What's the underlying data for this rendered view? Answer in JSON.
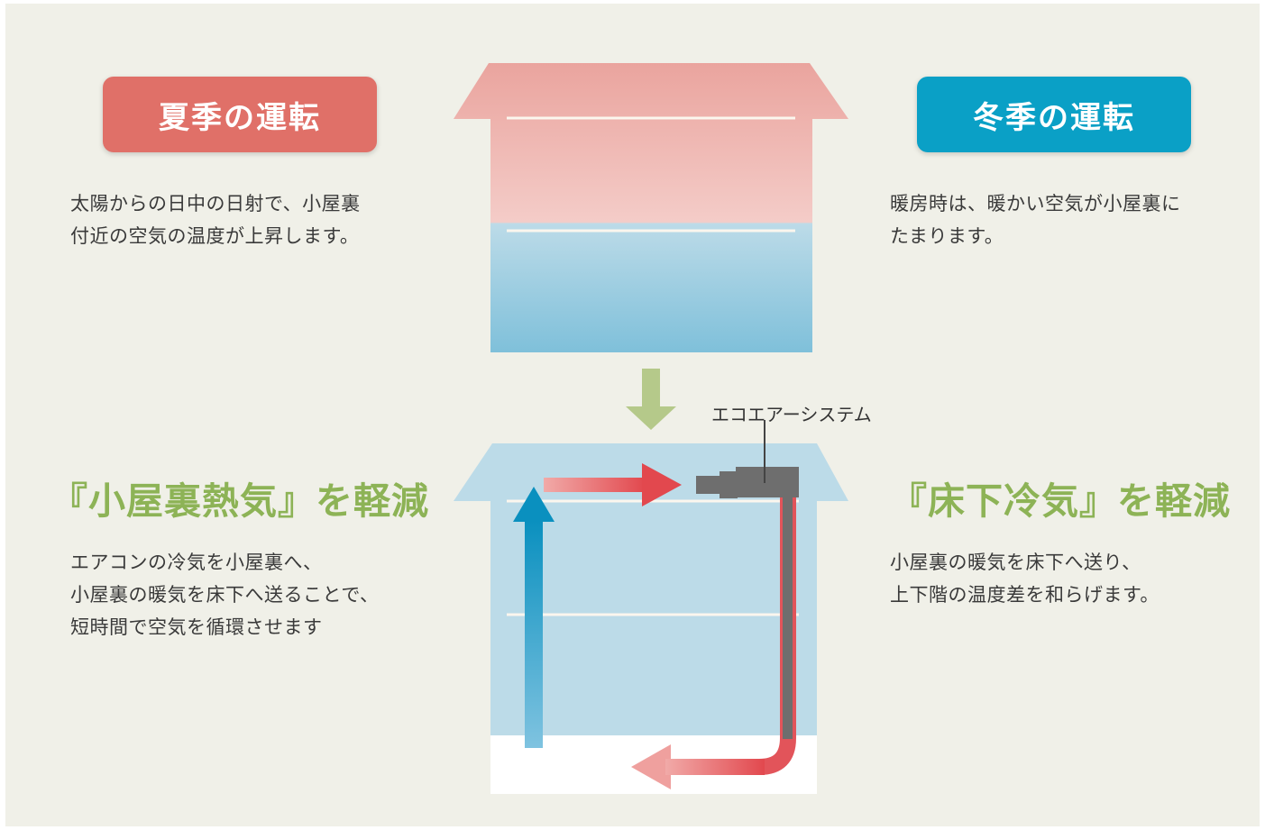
{
  "summer": {
    "title": "夏季の運転",
    "description": "太陽からの日中の日射で、小屋裏\n付近の空気の温度が上昇します。"
  },
  "winter": {
    "title": "冬季の運転",
    "description": "暖房時は、暖かい空気が小屋裏に\nたまります。"
  },
  "system_label": "エコエアーシステム",
  "left_section": {
    "heading": "『小屋裏熱気』を軽減",
    "description": "エアコンの冷気を小屋裏へ、\n小屋裏の暖気を床下へ送ることで、\n短時間で空気を循環させます"
  },
  "right_section": {
    "heading": "『床下冷気』を軽減",
    "description": "小屋裏の暖気を床下へ送り、\n上下階の温度差を和らげます。"
  },
  "colors": {
    "summer": "#e07068",
    "winter": "#0aa0c6",
    "heading_green": "#8db356",
    "down_arrow": "#b5c98a",
    "warm_arrow": "#e0585a",
    "cool_arrow": "#1c9cc4",
    "duct_gray": "#6e6e6e"
  }
}
